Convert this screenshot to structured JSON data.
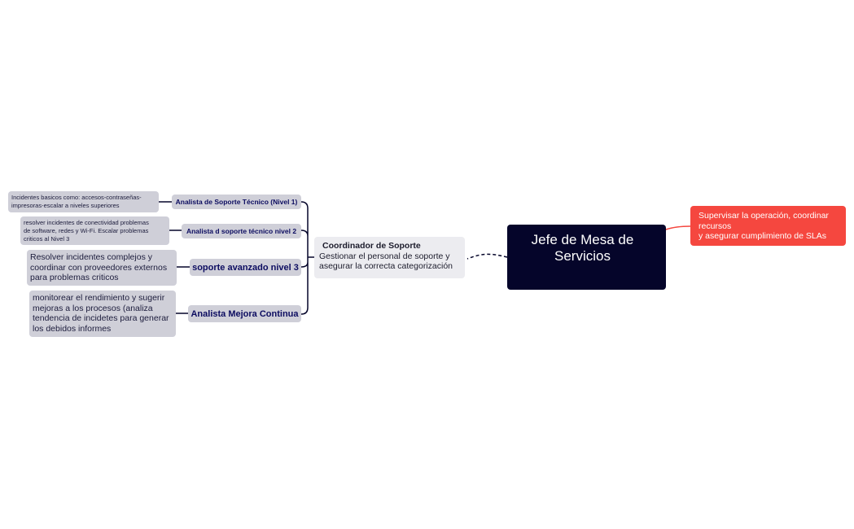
{
  "root": {
    "label_line1": "Jefe de Mesa de",
    "label_line2": "Servicios",
    "color": "#05052a"
  },
  "callout": {
    "lines": [
      "Supervisar la operación, coordinar",
      "recursos",
      "y asegurar cumplimiento de SLAs"
    ],
    "color": "#f5473f"
  },
  "coordinator": {
    "title": "Coordinador de Soporte",
    "line1": "Gestionar el personal de soporte y",
    "line2": "asegurar la correcta categorización"
  },
  "roles": [
    {
      "label": "Analista de Soporte Técnico (Nivel 1)",
      "desc": [
        "Incidentes basicos como: accesos-contraseñas-",
        "impresoras-escalar a niveles superiores"
      ]
    },
    {
      "label": "Analista d soporte técnico nivel 2",
      "desc": [
        "resolver incidentes de conectividad  problemas",
        "de software, redes y Wi-Fi. Escalar problemas",
        "criticos al Nivel 3"
      ]
    },
    {
      "label": "soporte avanzado nivel 3",
      "desc": [
        "Resolver incidentes complejos y",
        "coordinar con proveedores externos",
        "para problemas criticos"
      ]
    },
    {
      "label": "Analista Mejora Continua",
      "desc": [
        "monitorear el rendimiento y sugerir",
        "mejoras a los procesos (analiza",
        "tendencia de incidetes para generar",
        "los debidos informes"
      ]
    }
  ]
}
